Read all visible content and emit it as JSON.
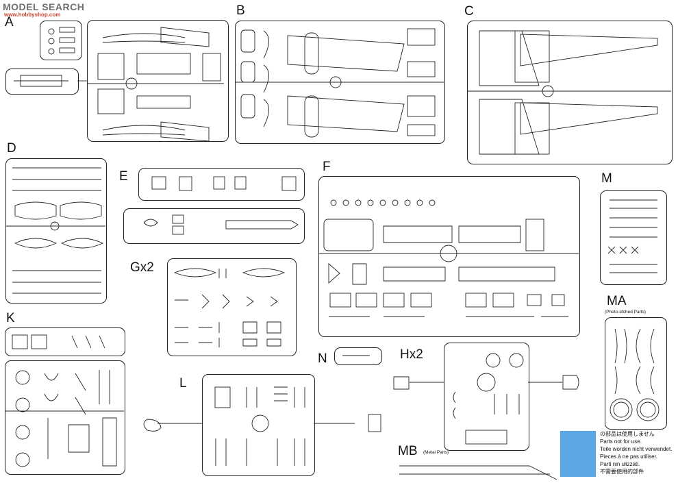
{
  "watermark": {
    "brand": "MODEL SEARCH",
    "url": "www.hobbyshop.com"
  },
  "sprues": {
    "A": "A",
    "B": "B",
    "C": "C",
    "D": "D",
    "E": "E",
    "F": "F",
    "G": "Gx2",
    "K": "K",
    "L": "L",
    "M": "M",
    "MA": "MA",
    "MA_sub": "(Photo-etched Parts)",
    "N": "N",
    "H": "Hx2",
    "MB": "MB",
    "MB_sub": "(Metal Parts)"
  },
  "legend": {
    "lines": [
      "の部品は使用しません",
      "Parts not for use.",
      "Teile worden nicht verwendet.",
      "Pieces à ne pas utiliser.",
      "Parti nin ulizzati.",
      "不需要使用的部件"
    ]
  },
  "colors": {
    "unused_highlight": "#5aa7e4",
    "line": "#222222"
  }
}
